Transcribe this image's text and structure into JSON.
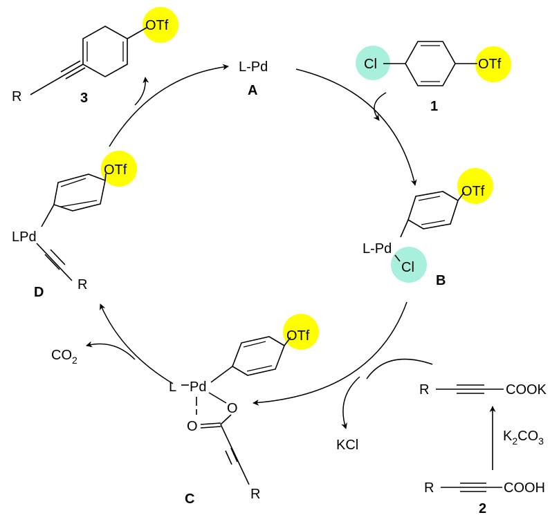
{
  "colors": {
    "otf_highlight": "#ffff00",
    "cl_highlight": "#a8f0dc"
  },
  "labels": {
    "otf": "OTf",
    "cl": "Cl",
    "r": "R",
    "pd_A": "L-Pd",
    "pd_B": "L-Pd",
    "pd_C": "Pd",
    "l_C": "L",
    "pd_D": "LPd",
    "o_C1": "O",
    "o_C2": "O",
    "cook": "COOK",
    "cooh": "COOH",
    "kcl": "KCl",
    "co2": "CO",
    "co2_sub": "2",
    "k2co3_k": "K",
    "k2co3_2": "2",
    "k2co3_co": "CO",
    "k2co3_3": "3"
  },
  "compounds": {
    "A": "A",
    "B": "B",
    "C": "C",
    "D": "D",
    "n1": "1",
    "n2": "2",
    "n3": "3"
  }
}
